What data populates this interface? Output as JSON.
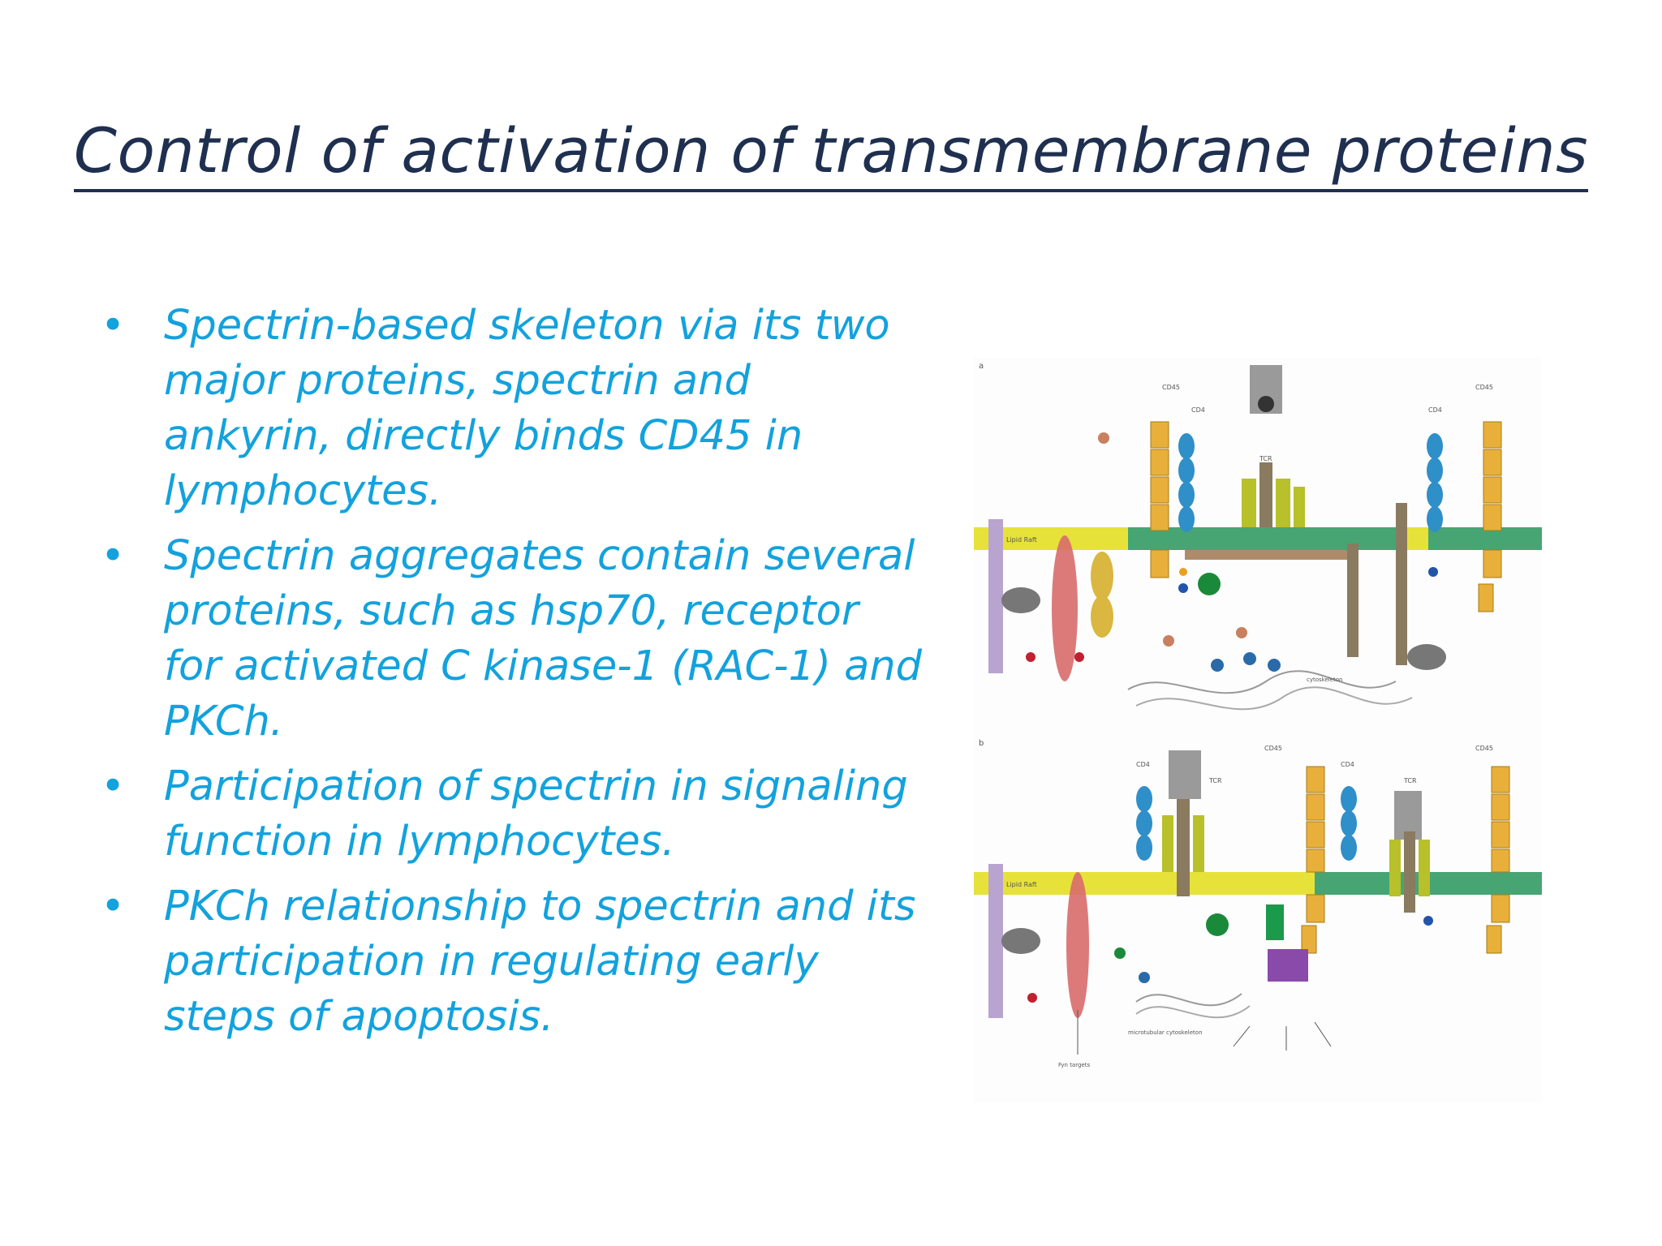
{
  "slide": {
    "title": "Control of activation of transmembrane proteins",
    "bullets": [
      "Spectrin-based skeleton via its two major proteins, spectrin and ankyrin, directly binds CD45 in lymphocytes.",
      "Spectrin aggregates contain several proteins, such as hsp70, receptor for activated C kinase-1 (RAC-1) and PKCh.",
      "Participation  of spectrin in signaling function in lymphocytes.",
      "PKCh relationship to spectrin and its participation in regulating early steps of apoptosis."
    ],
    "bullet_glyph": "•"
  },
  "figure": {
    "panel_a_label": "a",
    "panel_b_label": "b",
    "labels_a": [
      "CD45",
      "CD4",
      "TCR",
      "CD45",
      "CD4",
      "Lipid Raft",
      "cytoskeleton"
    ],
    "labels_b": [
      "CD45",
      "CD4",
      "TCR",
      "CD45",
      "CD4",
      "TCR",
      "Lipid Raft",
      "microtubular cytoskeleton",
      "Fyn targets"
    ],
    "colors": {
      "title": "#1f2f4f",
      "bullet_text": "#12a2dd",
      "membrane_yellow": "#e6e23a",
      "membrane_teal": "#2a9a7e",
      "cd45_orange": "#e8b03a",
      "cd4_blue": "#2f8fc8",
      "tcr_olive": "#b8c02a",
      "purple_bar": "#b9a3cf"
    }
  }
}
